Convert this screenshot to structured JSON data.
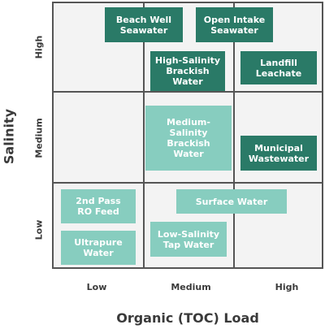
{
  "axes": {
    "x_title": "Organic (TOC) Load",
    "y_title": "Salinity",
    "x_ticks": [
      "Low",
      "Medium",
      "High"
    ],
    "y_ticks": [
      "High",
      "Medium",
      "Low"
    ]
  },
  "colors": {
    "dark": "#2a7a67",
    "light": "#87cdbf",
    "grid": "#555555",
    "background": "#f3f3f3"
  },
  "boxes": [
    {
      "label": "Beach Well\nSeawater",
      "style": "dark"
    },
    {
      "label": "Open Intake\nSeawater",
      "style": "dark"
    },
    {
      "label": "High-Salinity\nBrackish\nWater",
      "style": "dark"
    },
    {
      "label": "Landfill\nLeachate",
      "style": "dark"
    },
    {
      "label": "Medium-\nSalinity\nBrackish\nWater",
      "style": "light"
    },
    {
      "label": "Municipal\nWastewater",
      "style": "dark"
    },
    {
      "label": "2nd Pass\nRO Feed",
      "style": "light"
    },
    {
      "label": "Surface Water",
      "style": "light"
    },
    {
      "label": "Low-Salinity\nTap Water",
      "style": "light"
    },
    {
      "label": "Ultrapure\nWater",
      "style": "light"
    }
  ]
}
